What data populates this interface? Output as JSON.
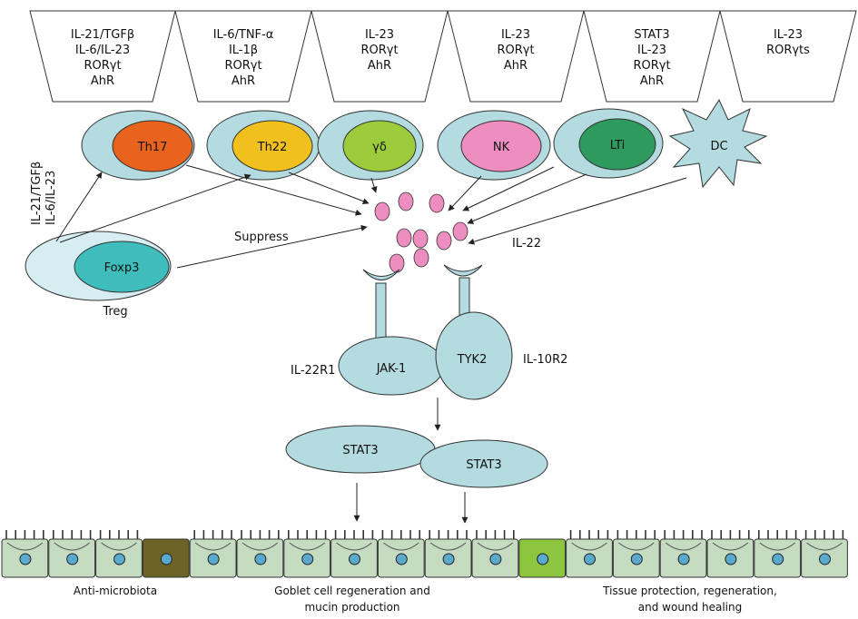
{
  "header_boxes": [
    {
      "lines": [
        "IL-21/TGFβ",
        "IL-6/IL-23",
        "RORγt",
        "AhR"
      ]
    },
    {
      "lines": [
        "IL-6/TNF-α",
        "IL-1β",
        "RORγt",
        "AhR"
      ]
    },
    {
      "lines": [
        "IL-23",
        "RORγt",
        "AhR"
      ]
    },
    {
      "lines": [
        "IL-23",
        "RORγt",
        "AhR"
      ]
    },
    {
      "lines": [
        "STAT3",
        "IL-23",
        "RORγt",
        "AhR"
      ]
    },
    {
      "lines": [
        "IL-23",
        "RORγts"
      ]
    }
  ],
  "cells": [
    {
      "label": "Th17",
      "color": "#e8641e"
    },
    {
      "label": "Th22",
      "color": "#f0c01e"
    },
    {
      "label": "γδ",
      "color": "#9ccc3c"
    },
    {
      "label": "NK",
      "color": "#ee8ec0"
    },
    {
      "label": "LTi",
      "color": "#2e9a5e"
    },
    {
      "label": "DC",
      "color": "#b3dbe0"
    }
  ],
  "treg": {
    "inner_label": "Foxp3",
    "caption": "Treg",
    "inner_color": "#3fbcbc"
  },
  "labels": {
    "side_cytokine_1": "IL-21/TGFβ",
    "side_cytokine_2": "IL-6/IL-23",
    "suppress": "Suppress",
    "il22": "IL-22",
    "il22r1": "IL-22R1",
    "il10r2": "IL-10R2",
    "jak1": "JAK-1",
    "tyk2": "TYK2",
    "stat3_a": "STAT3",
    "stat3_b": "STAT3"
  },
  "outcomes": {
    "anti_microbiota": "Anti-microbiota",
    "goblet_line1": "Goblet cell regeneration and",
    "goblet_line2": "mucin production",
    "tissue_line1": "Tissue protection, regeneration,",
    "tissue_line2": "and wound healing"
  },
  "colors": {
    "cell_fill": "#b3dbe0",
    "il22_dot": "#ee8ec0",
    "epithelium": "#c5dcc0",
    "nucleus": "#5aaad0",
    "goblet_dark": "#6b6426",
    "goblet_light": "#8cc63e"
  }
}
